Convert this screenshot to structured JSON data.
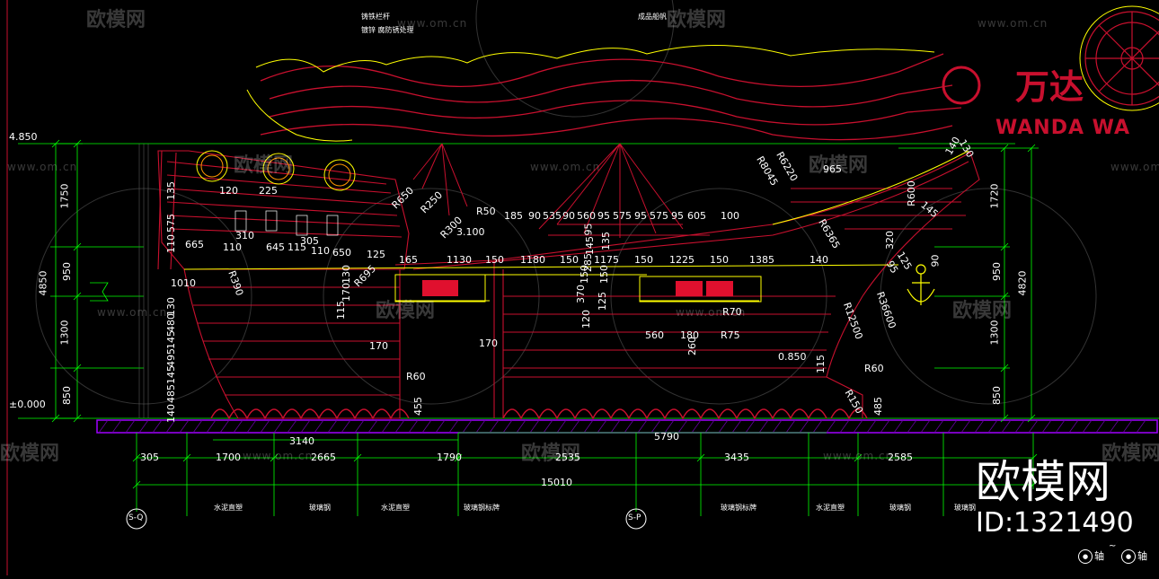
{
  "notes": {
    "top_left_1": "铸铁栏杆",
    "top_left_2": "镀锌 腐防锈处理",
    "top_center": "成品船帆",
    "cn_1": "水泥直塑",
    "cn_2": "玻璃钢",
    "cn_3": "水泥直塑",
    "cn_4": "玻璃钢标牌",
    "cn_5": "玻璃钢标牌",
    "cn_6": "水泥直塑",
    "cn_7": "玻璃钢",
    "cn_8": "玻璃钢"
  },
  "logo": {
    "cn": "万达",
    "en": "WANDA WA"
  },
  "axes": {
    "left": "S-Q",
    "right": "S-P",
    "legend_sep": "轴",
    "legend_tilde": "~",
    "legend_end": "轴"
  },
  "elevations": {
    "top": "4.850",
    "base": "±0.000",
    "deck": "3.100",
    "step": "0.850"
  },
  "left_dims": [
    "1750",
    "950",
    "1300",
    "850"
  ],
  "left_total": "4850",
  "right_dims": [
    "1720",
    "950",
    "1300",
    "850"
  ],
  "right_total": "4820",
  "bottom_dims": [
    "305",
    "1700",
    "2665",
    "1790",
    "2535",
    "3435",
    "2585"
  ],
  "bottom_total": "15010",
  "sub_dims": {
    "a": "3140",
    "b": "5790"
  },
  "row_dims": [
    "185",
    "90",
    "535",
    "90",
    "560",
    "95",
    "575",
    "95",
    "575",
    "95",
    "605",
    "100"
  ],
  "mid_dims": [
    "165",
    "1130",
    "150",
    "1180",
    "150",
    "1175",
    "150",
    "1225",
    "150",
    "1385",
    "140"
  ],
  "radii": [
    "R650",
    "R250",
    "R300",
    "R50",
    "R8045",
    "R6220",
    "R6365",
    "R600",
    "R390",
    "R695",
    "R60",
    "R75",
    "R70",
    "R12500",
    "R36600",
    "R60",
    "R150"
  ],
  "stern_dims": [
    "135",
    "120",
    "225",
    "575",
    "110",
    "310",
    "665",
    "110",
    "645",
    "115",
    "305",
    "110",
    "650",
    "125",
    "1010"
  ],
  "misc_dims": [
    "965",
    "140",
    "130",
    "145",
    "320",
    "90",
    "95",
    "125",
    "170",
    "170",
    "560",
    "180",
    "260",
    "115",
    "485",
    "455",
    "130",
    "115",
    "170",
    "150",
    "370",
    "120",
    "125",
    "135",
    "145",
    "95",
    "285",
    "150"
  ],
  "vert_stack": [
    "140",
    "485",
    "145",
    "495",
    "145",
    "480",
    "130"
  ],
  "watermarks": {
    "cn": "欧模网",
    "url": "www.om.cn"
  },
  "brand": {
    "name": "欧模网",
    "id": "ID:1321490"
  },
  "colors": {
    "background": "#000000",
    "hull": "#c8102e",
    "deco": "#ffff00",
    "dim": "#00ff00",
    "text": "#ffffff",
    "grid": "#7f7f7f",
    "ground": "#a000ff"
  }
}
